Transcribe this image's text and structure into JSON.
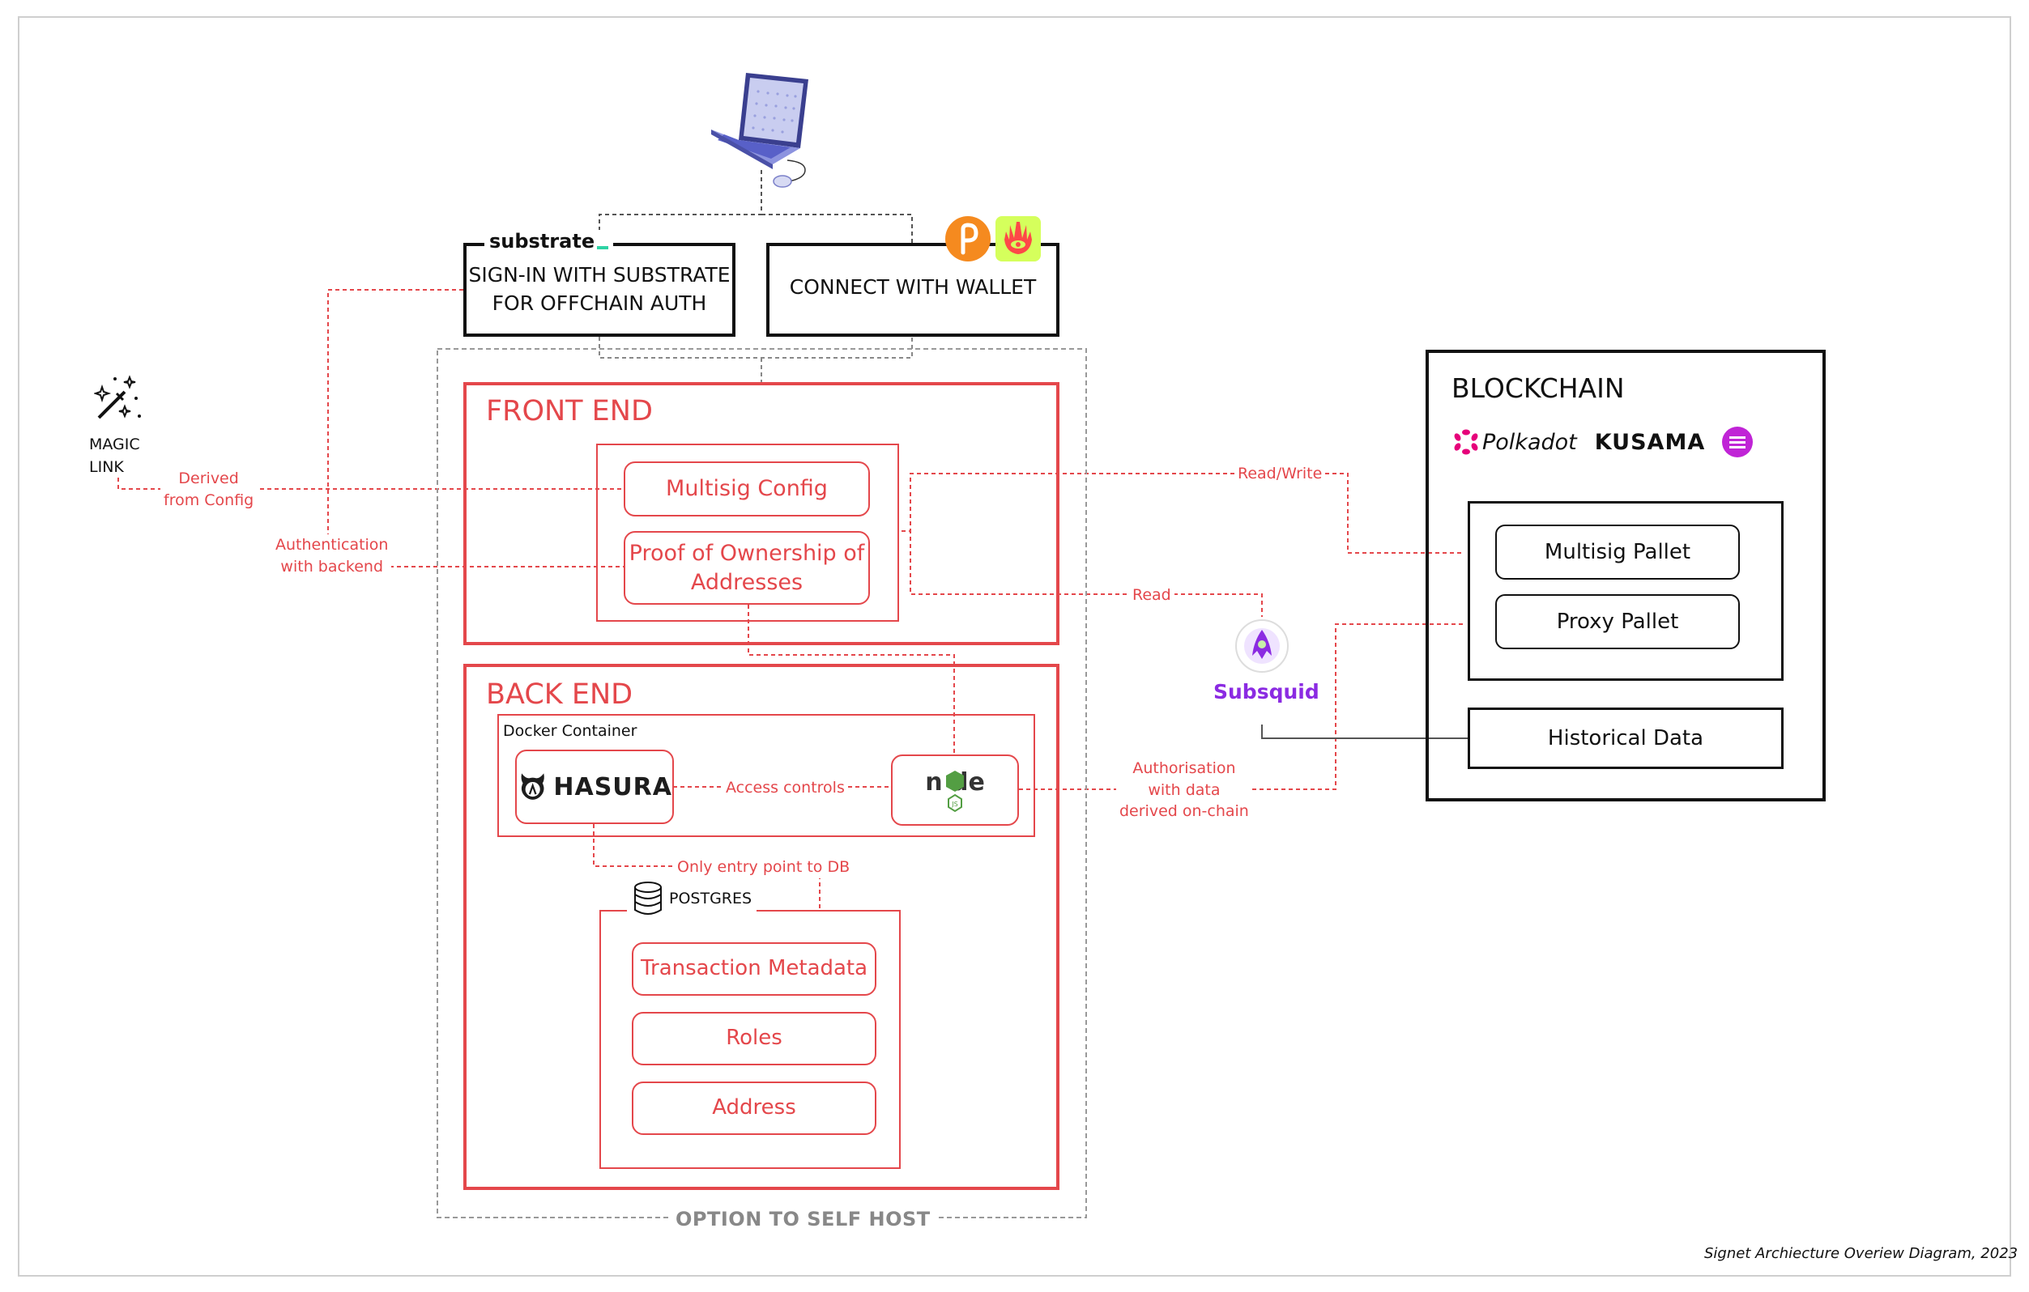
{
  "signin": {
    "brand": "substrate",
    "line1": "SIGN-IN WITH SUBSTRATE",
    "line2": "FOR OFFCHAIN AUTH"
  },
  "wallet": {
    "label": "CONNECT WITH WALLET"
  },
  "magic_link": {
    "line1": "MAGIC",
    "line2": "LINK"
  },
  "frontend": {
    "title": "FRONT END",
    "item1": "Multisig Config",
    "item2_line1": "Proof of Ownership of",
    "item2_line2": "Addresses"
  },
  "backend": {
    "title": "BACK END",
    "docker_label": "Docker Container",
    "hasura_label": "HASURA",
    "postgres_label": "POSTGRES",
    "db_items": [
      "Transaction Metadata",
      "Roles",
      "Address"
    ]
  },
  "self_host": "OPTION TO SELF HOST",
  "edge_labels": {
    "derived_line1": "Derived",
    "derived_line2": "from Config",
    "auth_line1": "Authentication",
    "auth_line2": "with backend",
    "read_write": "Read/Write",
    "read": "Read",
    "access_controls": "Access controls",
    "only_entry": "Only entry point to DB",
    "authorisation_line1": "Authorisation",
    "authorisation_line2": "with data",
    "authorisation_line3": "derived on-chain"
  },
  "subsquid": "Subsquid",
  "blockchain": {
    "title": "BLOCKCHAIN",
    "chains": [
      "Polkadot",
      "KUSAMA"
    ],
    "pallets": [
      "Multisig Pallet",
      "Proxy Pallet"
    ],
    "historical": "Historical Data"
  },
  "caption": "Signet Archiecture Overiew Diagram, 2023",
  "colors": {
    "accent": "#e4474b",
    "wire_dark": "#555555",
    "polkadot": "#e6007a",
    "subsquid": "#8b2be2",
    "node": "#539e43"
  }
}
